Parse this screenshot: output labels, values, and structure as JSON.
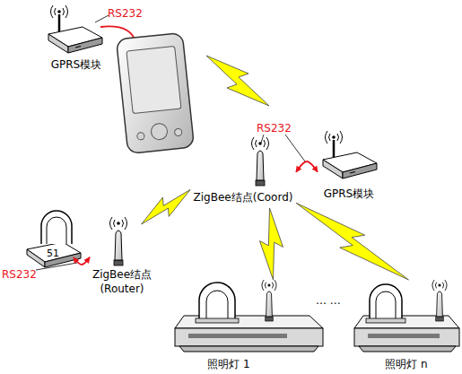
{
  "diagram": {
    "nodes": [
      {
        "text": [
          "GPRS模块"
        ]
      },
      {
        "text": [
          "ZigBee结点(Coord)"
        ]
      },
      {
        "text": [
          "GPRS模块"
        ]
      },
      {
        "text": [
          "51"
        ]
      },
      {
        "text": [
          "ZigBee结点 (Router)"
        ]
      },
      {
        "text": [
          "照明灯 1"
        ]
      },
      {
        "text": [
          "照明灯 n"
        ]
      }
    ],
    "edges": [
      {
        "from": 1,
        "to": 2,
        "arrow": "both"
      },
      {
        "from": 3,
        "to": 4,
        "arrow": "both"
      },
      {
        "from": 4,
        "to": 1,
        "arrow": "none"
      },
      {
        "from": 1,
        "to": 5,
        "arrow": "none"
      },
      {
        "from": 1,
        "to": 6,
        "arrow": "none"
      }
    ],
    "labels": [
      "RS232",
      "RS232",
      "RS232",
      "… …"
    ]
  }
}
